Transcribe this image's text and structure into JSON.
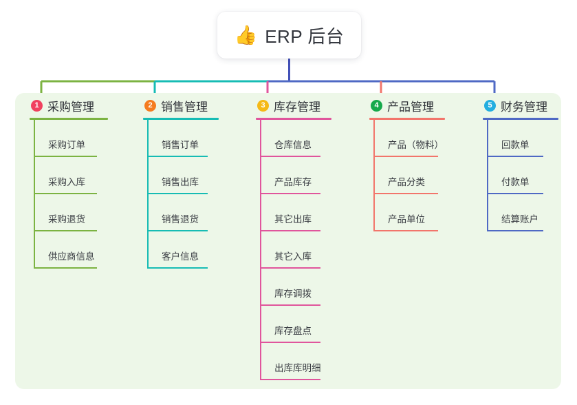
{
  "root": {
    "icon": "thumbs-up-emoji",
    "emoji": "👍",
    "title": "ERP 后台"
  },
  "palette": {
    "panel_bg": "#edf7e8",
    "page_bg": "#ffffff",
    "root_stem": "#4351b8",
    "branch_1": "#7cb342",
    "branch_2": "#17bcb4",
    "branch_3": "#e0559c",
    "branch_4": "#f2756b",
    "branch_5": "#4f69c4",
    "badge_1": "#f0415f",
    "badge_2": "#f57c20",
    "badge_3": "#f5b916",
    "badge_4": "#16a94b",
    "badge_5": "#23aee0",
    "text": "#3a3d43"
  },
  "branches": [
    {
      "number": "1",
      "title": "采购管理",
      "color": "#7cb342",
      "badge_color": "#f0415f",
      "leaves": [
        {
          "label": "采购订单"
        },
        {
          "label": "采购入库"
        },
        {
          "label": "采购退货"
        },
        {
          "label": "供应商信息"
        }
      ]
    },
    {
      "number": "2",
      "title": "销售管理",
      "color": "#17bcb4",
      "badge_color": "#f57c20",
      "leaves": [
        {
          "label": "销售订单"
        },
        {
          "label": "销售出库"
        },
        {
          "label": "销售退货"
        },
        {
          "label": "客户信息"
        }
      ]
    },
    {
      "number": "3",
      "title": "库存管理",
      "color": "#e0559c",
      "badge_color": "#f5b916",
      "leaves": [
        {
          "label": "仓库信息"
        },
        {
          "label": "产品库存"
        },
        {
          "label": "其它出库"
        },
        {
          "label": "其它入库"
        },
        {
          "label": "库存调拨"
        },
        {
          "label": "库存盘点"
        },
        {
          "label": "出库库明细"
        }
      ]
    },
    {
      "number": "4",
      "title": "产品管理",
      "color": "#f2756b",
      "badge_color": "#16a94b",
      "leaves": [
        {
          "label": "产品（物料）"
        },
        {
          "label": "产品分类"
        },
        {
          "label": "产品单位"
        }
      ]
    },
    {
      "number": "5",
      "title": "财务管理",
      "color": "#4f69c4",
      "badge_color": "#23aee0",
      "leaves": [
        {
          "label": "回款单"
        },
        {
          "label": "付款单"
        },
        {
          "label": "结算账户"
        }
      ]
    }
  ]
}
